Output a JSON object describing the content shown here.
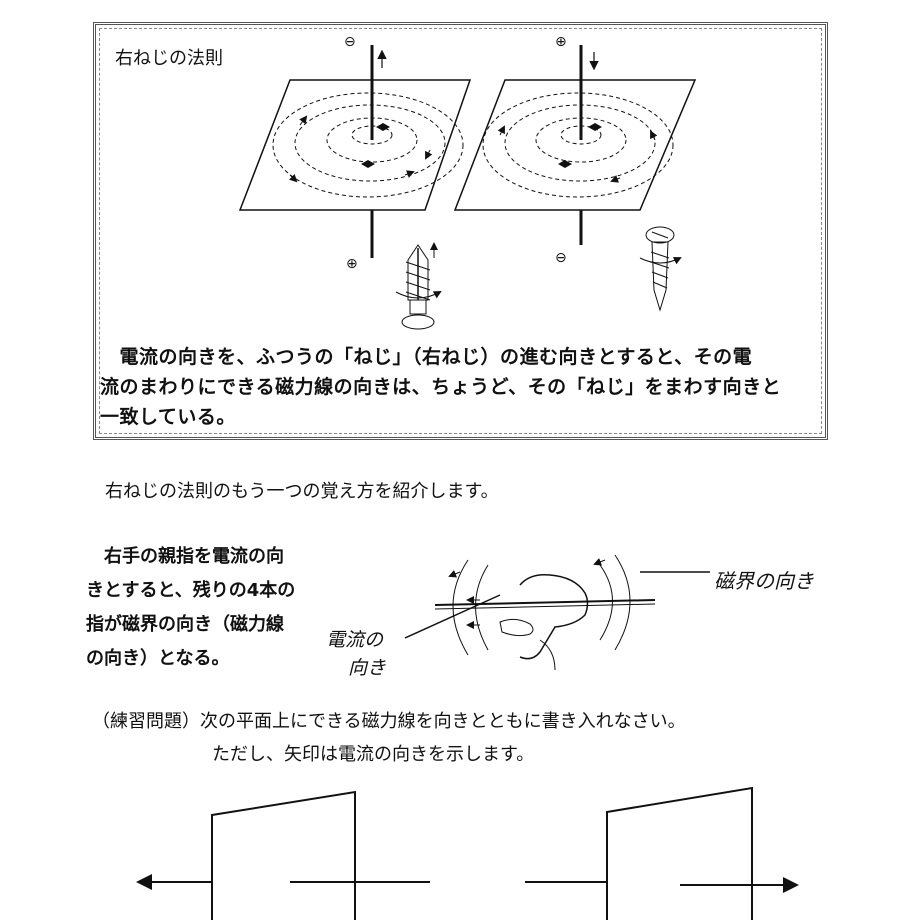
{
  "box": {
    "title": "右ねじの法則",
    "sign_top_left": "⊖",
    "sign_top_right": "⊕",
    "sign_bottom_left": "⊕",
    "sign_bottom_right": "⊖",
    "paragraph_line1": "　電流の向きを、ふつうの「ねじ」（右ねじ）の進む向きとすると、その電",
    "paragraph_line2": "流のまわりにできる磁力線の向きは、ちょうど、その「ねじ」をまわす向きと",
    "paragraph_line3": "一致している。"
  },
  "intro": "右ねじの法則のもう一つの覚え方を紹介します。",
  "right_hand": {
    "line1": "　右手の親指を電流の向",
    "line2": "きとすると、残りの4本の",
    "line3": "指が磁界の向き（磁力線",
    "line4": "の向き）となる。",
    "label_field": "磁界の向き",
    "label_current_1": "電流の",
    "label_current_2": "向き"
  },
  "exercise": {
    "line1": "（練習問題）次の平面上にできる磁力線を向きとともに書き入れなさい。",
    "line2": "ただし、矢印は電流の向きを示します。"
  }
}
